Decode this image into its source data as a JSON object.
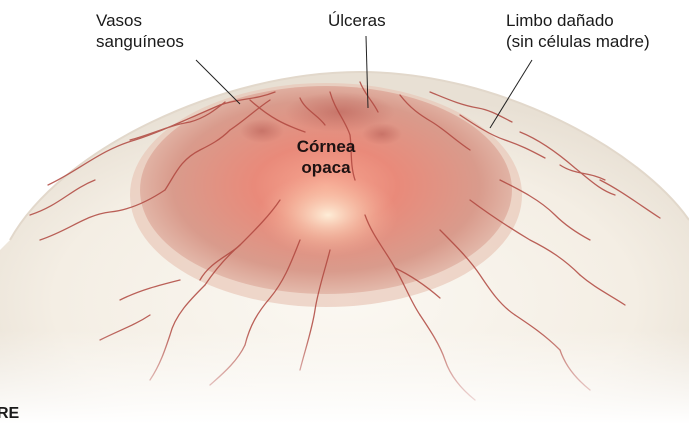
{
  "colors": {
    "cornea_center": "#f28e80",
    "cornea_edge": "#d9a79a",
    "sclera": "#f7f2ea",
    "vessel": "#b0473f",
    "label_text": "#1a1a1a"
  },
  "labels": {
    "vasos": [
      "Vasos",
      "sanguíneos"
    ],
    "ulceras": "Úlceras",
    "limbo": [
      "Limbo dañado",
      "(sin células madre)"
    ],
    "cornea": [
      "Córnea",
      "opaca"
    ]
  },
  "fragment": "RE"
}
